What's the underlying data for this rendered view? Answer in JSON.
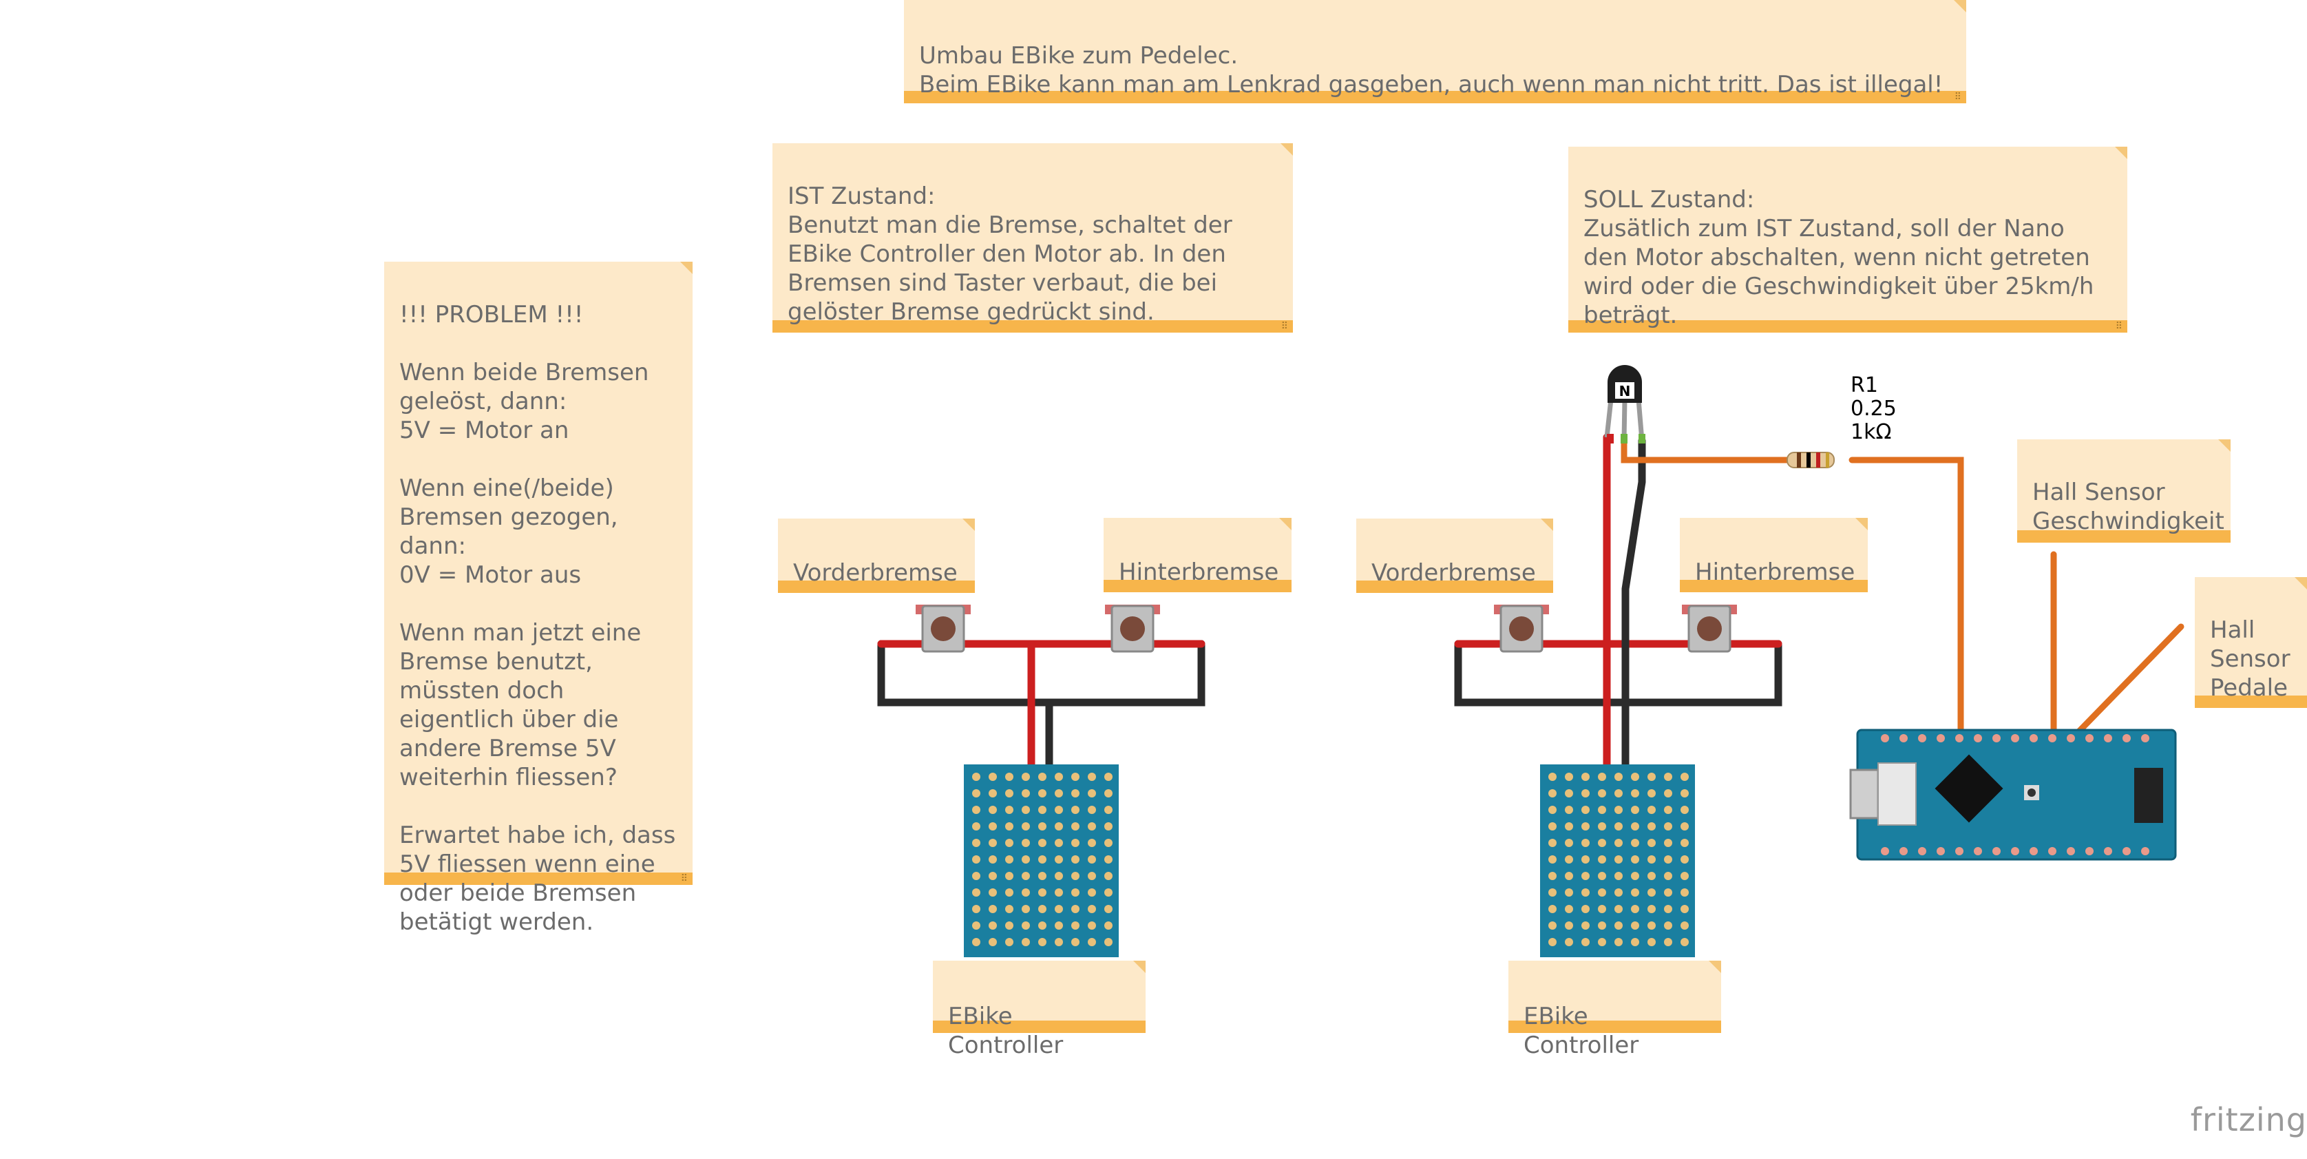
{
  "notes": {
    "intro": "Umbau EBike zum Pedelec.\nBeim EBike kann man am Lenkrad gasgeben, auch wenn man nicht tritt. Das ist illegal!",
    "ist": "IST Zustand:\nBenutzt man die Bremse, schaltet der EBike Controller den Motor ab. In den Bremsen sind Taster verbaut, die bei gelöster Bremse gedrückt sind.",
    "soll": "SOLL Zustand:\nZusätlich zum IST Zustand, soll der Nano den Motor abschalten, wenn nicht getreten wird oder die Geschwindigkeit über 25km/h beträgt.",
    "problem": "!!! PROBLEM !!!\n\nWenn beide Bremsen geleöst, dann:\n5V = Motor an\n\nWenn eine(/beide) Bremsen gezogen, dann:\n0V = Motor aus\n\nWenn man jetzt eine Bremse benutzt, müssten doch eigentlich über die andere Bremse 5V weiterhin fliessen?\n\nErwartet habe ich, dass 5V fliessen wenn eine oder beide Bremsen betätigt werden.",
    "vorderbremse_left": "Vorderbremse",
    "hinterbremse_left": "Hinterbremse",
    "vorderbremse_right": "Vorderbremse",
    "hinterbremse_right": "Hinterbremse",
    "controller_left": "EBike Controller",
    "controller_right": "EBike Controller",
    "hall_speed": "Hall Sensor\nGeschwindigkeit",
    "hall_pedal": "Hall\nSensor\nPedale"
  },
  "resistor": {
    "name": "R1",
    "power": "0.25",
    "value": "1kΩ"
  },
  "transistor_mark": "N",
  "brand": "fritzing",
  "colors": {
    "wire_red": "#cc1f1f",
    "wire_black": "#2b2b2b",
    "wire_orange": "#e07020",
    "board_blue": "#1a7fa0",
    "note_bg": "#fde9c9",
    "note_bar": "#f7b54b"
  }
}
